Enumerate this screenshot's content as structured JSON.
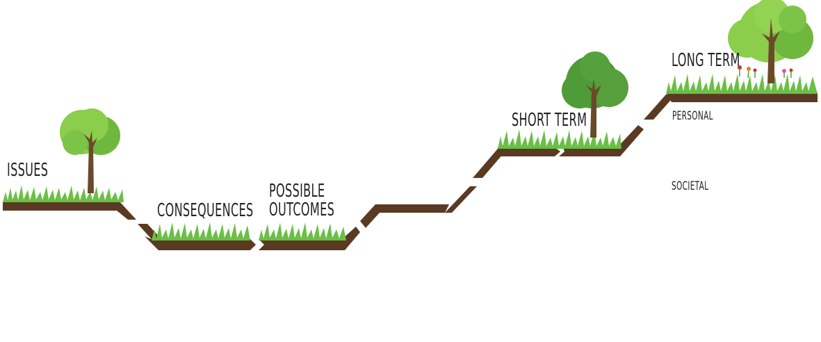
{
  "diagram": {
    "labels": {
      "issues": "ISSUES",
      "consequences": "CONSEQUENCES",
      "possible_outcomes_line1": "POSSIBLE",
      "possible_outcomes_line2": "OUTCOMES",
      "short_term": "SHORT TERM",
      "long_term": "LONG TERM",
      "personal": "PERSONAL",
      "societal": "SOCIETAL"
    },
    "colors": {
      "soil": "#5a3a22",
      "grass": "#6abf45",
      "grass_dark": "#4e9e32",
      "tree_light": "#8ccd4c",
      "tree_dark": "#4f9b38",
      "trunk": "#6b4a2a",
      "text": "#222222"
    },
    "icons": [
      "tree-icon",
      "flower-icon",
      "grass-icon"
    ]
  }
}
